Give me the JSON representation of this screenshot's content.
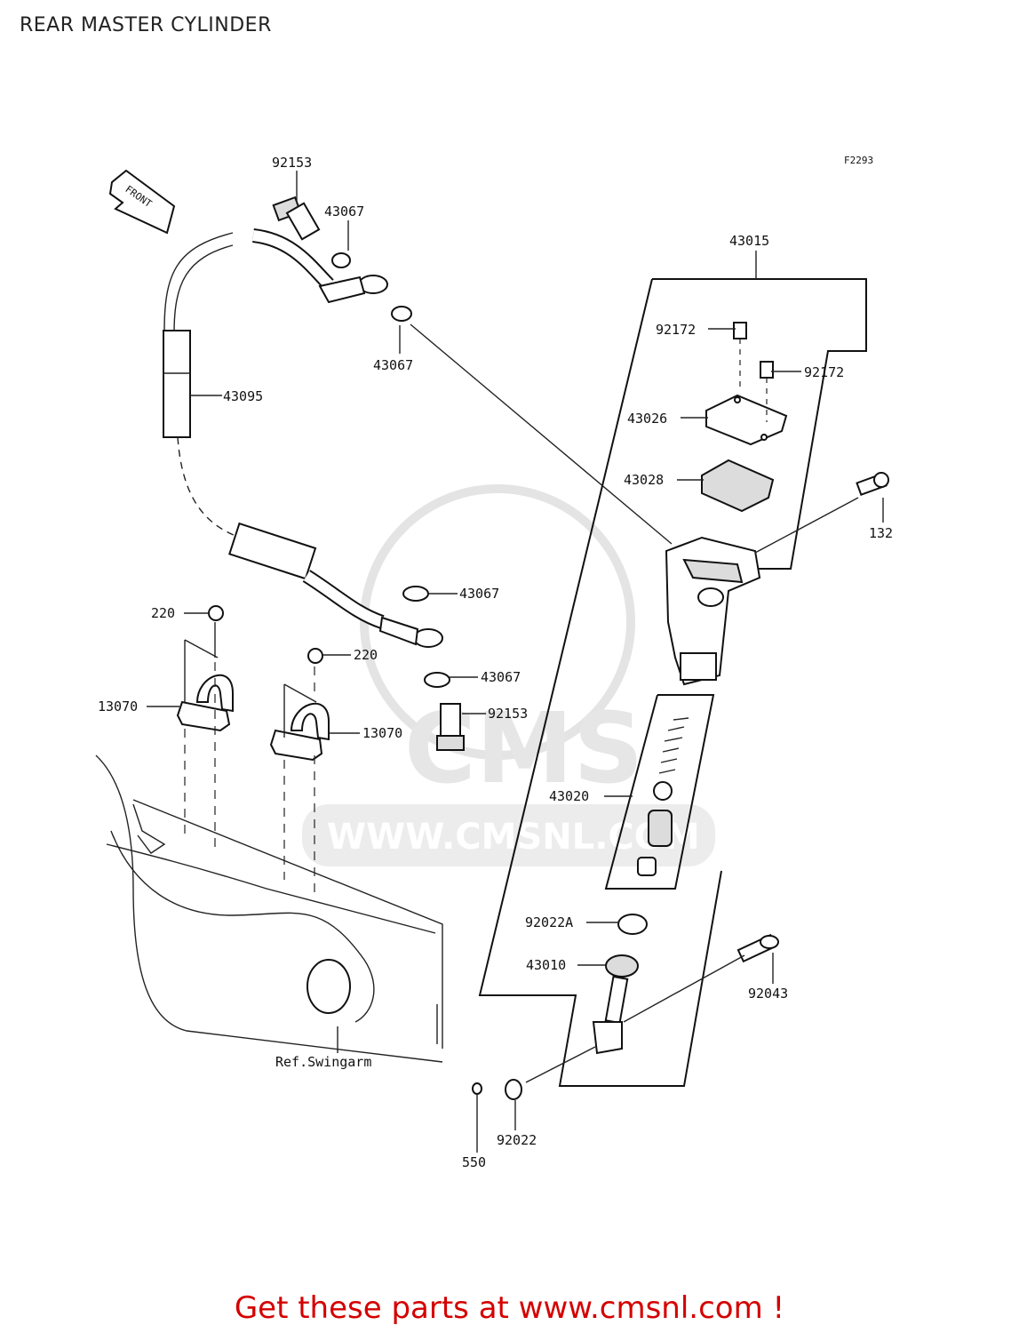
{
  "title": "REAR MASTER CYLINDER",
  "figure_code": "F2293",
  "front_arrow_label": "FRONT",
  "watermark": {
    "brand": "CMS",
    "url": "WWW.CMSNL.COM"
  },
  "ref_label": "Ref.Swingarm",
  "callouts": {
    "p92153_top": "92153",
    "p43067_a": "43067",
    "p43067_b": "43067",
    "p43095": "43095",
    "p43015": "43015",
    "p92172_a": "92172",
    "p92172_b": "92172",
    "p43026": "43026",
    "p43028": "43028",
    "p132": "132",
    "p43067_c": "43067",
    "p43067_d": "43067",
    "p92153_bot": "92153",
    "p220_a": "220",
    "p220_b": "220",
    "p13070_a": "13070",
    "p13070_b": "13070",
    "p43020": "43020",
    "p92022A": "92022A",
    "p43010": "43010",
    "p92043": "92043",
    "p92022": "92022",
    "p550": "550"
  },
  "footer": "Get these parts at www.cmsnl.com !"
}
